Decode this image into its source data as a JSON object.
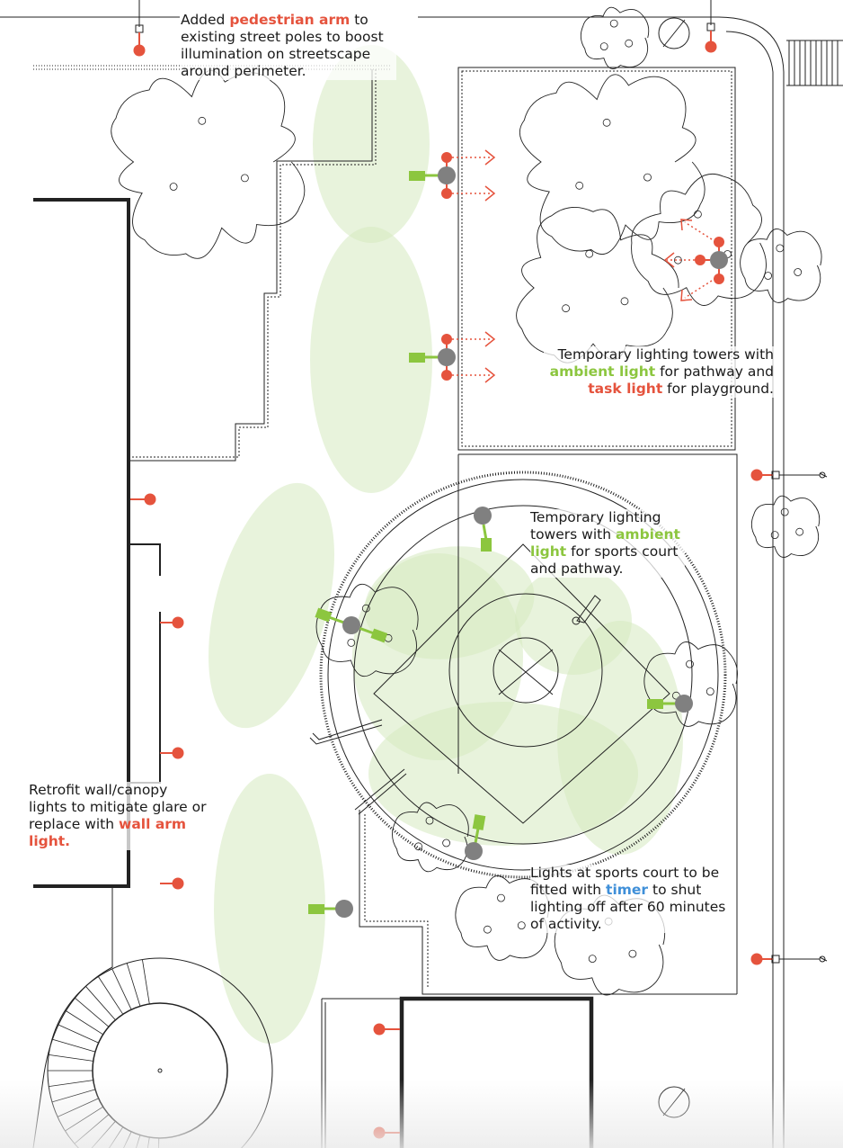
{
  "colors": {
    "line": "#222222",
    "ambient_green": "#8cc63f",
    "ambient_fill": "#d5eac0",
    "task_red": "#e5533d",
    "pole_gray": "#808080",
    "timer_blue": "#3f8fd8"
  },
  "icons": [
    "tree-canopy-icon",
    "lighting-tower-icon",
    "pedestrian-arm-icon",
    "wall-arm-light-icon",
    "street-pole-icon",
    "light-direction-arrow-icon",
    "sports-court-hoop-icon"
  ],
  "notes": {
    "pedestrian_arm": {
      "before": "Added ",
      "highlight": "pedestrian arm",
      "after": " to existing street poles to boost illumination on streetscape around perimeter."
    },
    "playground_towers": {
      "before": "Temporary lighting towers with ",
      "highlight1": "ambient light",
      "middle": " for pathway and ",
      "highlight2": "task light",
      "after": " for playground."
    },
    "court_towers": {
      "before": "Temporary lighting towers with ",
      "highlight": "ambient light",
      "after": " for sports court and pathway."
    },
    "wall_canopy": {
      "before": "Retrofit wall/canopy lights to mitigate glare or replace with ",
      "highlight": "wall arm light."
    },
    "timer": {
      "before": "Lights at sports court to be fitted with ",
      "highlight": "timer",
      "after": " to shut lighting off after 60 minutes of activity."
    }
  }
}
